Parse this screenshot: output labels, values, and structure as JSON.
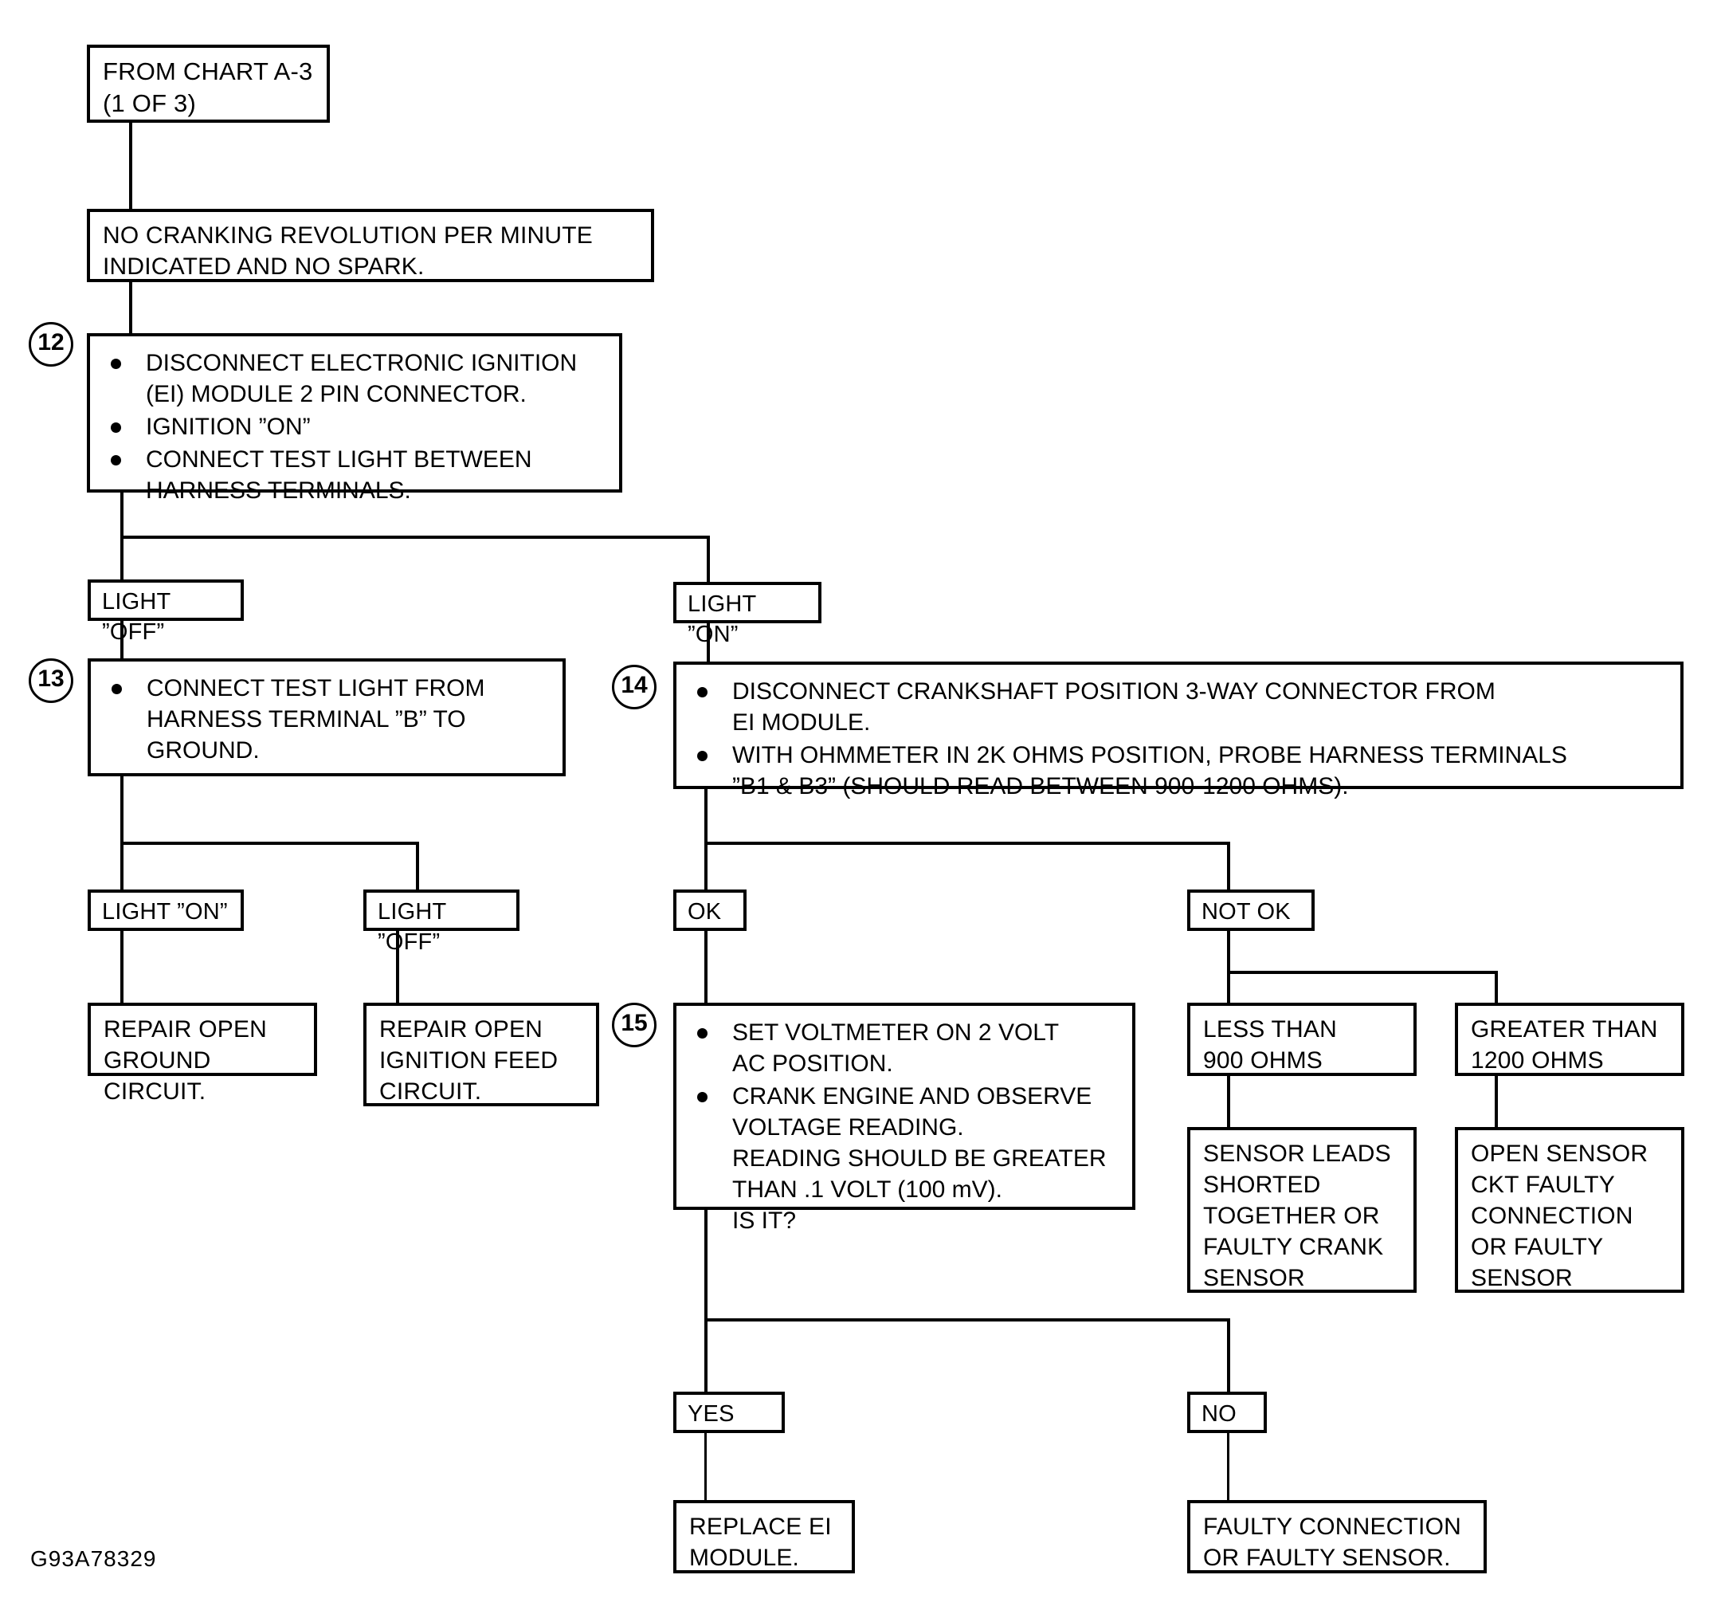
{
  "diagram": {
    "footer_code": "G93A78329",
    "nodes": {
      "from_chart": "FROM CHART A-3\n(1 OF 3)",
      "symptom": "NO CRANKING REVOLUTION PER MINUTE\nINDICATED AND NO SPARK.",
      "step12": {
        "number": "12",
        "bullets": [
          "DISCONNECT ELECTRONIC IGNITION\n(EI) MODULE 2 PIN CONNECTOR.",
          "IGNITION ”ON”",
          "CONNECT TEST LIGHT BETWEEN\nHARNESS TERMINALS."
        ]
      },
      "light_off_1": "LIGHT ”OFF”",
      "light_on_1": "LIGHT ”ON”",
      "step13": {
        "number": "13",
        "bullets": [
          "CONNECT TEST LIGHT FROM\nHARNESS TERMINAL ”B” TO\nGROUND."
        ]
      },
      "step14": {
        "number": "14",
        "bullets": [
          "DISCONNECT CRANKSHAFT POSITION 3-WAY CONNECTOR FROM\nEI MODULE.",
          "WITH OHMMETER IN 2K OHMS POSITION, PROBE HARNESS TERMINALS\n”B1 & B3” (SHOULD READ BETWEEN 900-1200 OHMS)."
        ]
      },
      "light_on_2": "LIGHT ”ON”",
      "light_off_2": "LIGHT ”OFF”",
      "ok": "OK",
      "not_ok": "NOT OK",
      "repair_ground": "REPAIR OPEN\nGROUND CIRCUIT.",
      "repair_feed": "REPAIR OPEN\nIGNITION FEED\nCIRCUIT.",
      "step15": {
        "number": "15",
        "bullets": [
          "SET VOLTMETER ON 2 VOLT\nAC POSITION.",
          "CRANK ENGINE AND OBSERVE\nVOLTAGE READING.\nREADING SHOULD BE GREATER\nTHAN .1 VOLT (100 mV).\nIS IT?"
        ]
      },
      "less_than": "LESS THAN\n900 OHMS",
      "greater_than": "GREATER THAN\n1200 OHMS",
      "sensor_shorted": "SENSOR LEADS\nSHORTED\nTOGETHER OR\nFAULTY CRANK\nSENSOR",
      "open_sensor": "OPEN SENSOR\nCKT FAULTY\nCONNECTION\nOR FAULTY\nSENSOR",
      "yes": "YES",
      "no": "NO",
      "replace_module": "REPLACE EI\nMODULE.",
      "faulty_connection": "FAULTY CONNECTION\nOR FAULTY SENSOR."
    }
  }
}
